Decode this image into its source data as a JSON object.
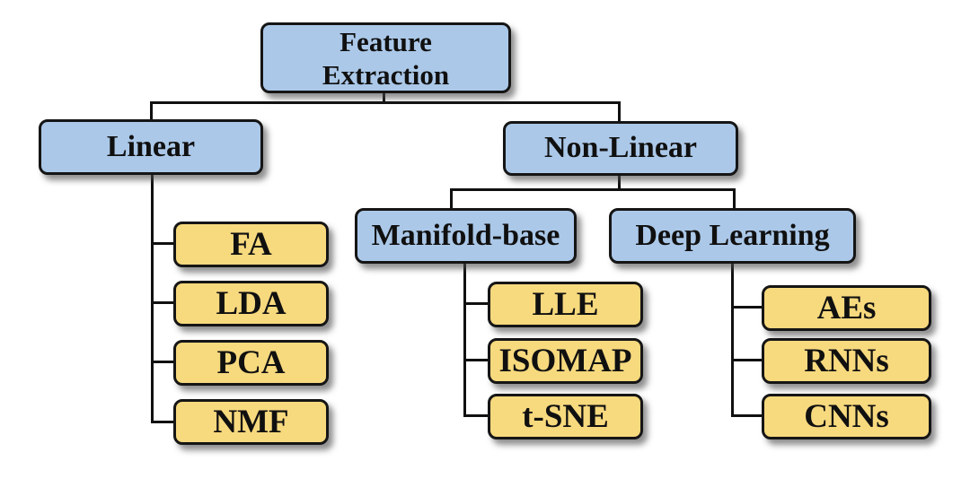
{
  "colors": {
    "category_fill": "#abc8e8",
    "leaf_fill": "#f7d97e",
    "border": "#151515",
    "connector": "#101010",
    "background": "#ffffff",
    "text": "#101010"
  },
  "nodes": {
    "feature_extraction": {
      "label": "Feature\nExtraction"
    },
    "linear": {
      "label": "Linear"
    },
    "non_linear": {
      "label": "Non-Linear"
    },
    "manifold_base": {
      "label": "Manifold-base"
    },
    "deep_learning": {
      "label": "Deep Learning"
    },
    "fa": {
      "label": "FA"
    },
    "lda": {
      "label": "LDA"
    },
    "pca": {
      "label": "PCA"
    },
    "nmf": {
      "label": "NMF"
    },
    "lle": {
      "label": "LLE"
    },
    "isomap": {
      "label": "ISOMAP"
    },
    "tsne": {
      "label": "t-SNE"
    },
    "aes": {
      "label": "AEs"
    },
    "rnns": {
      "label": "RNNs"
    },
    "cnns": {
      "label": "CNNs"
    }
  },
  "hierarchy": {
    "root": "Feature Extraction",
    "children": [
      {
        "label": "Linear",
        "children": [
          "FA",
          "LDA",
          "PCA",
          "NMF"
        ]
      },
      {
        "label": "Non-Linear",
        "children": [
          {
            "label": "Manifold-base",
            "children": [
              "LLE",
              "ISOMAP",
              "t-SNE"
            ]
          },
          {
            "label": "Deep Learning",
            "children": [
              "AEs",
              "RNNs",
              "CNNs"
            ]
          }
        ]
      }
    ]
  }
}
